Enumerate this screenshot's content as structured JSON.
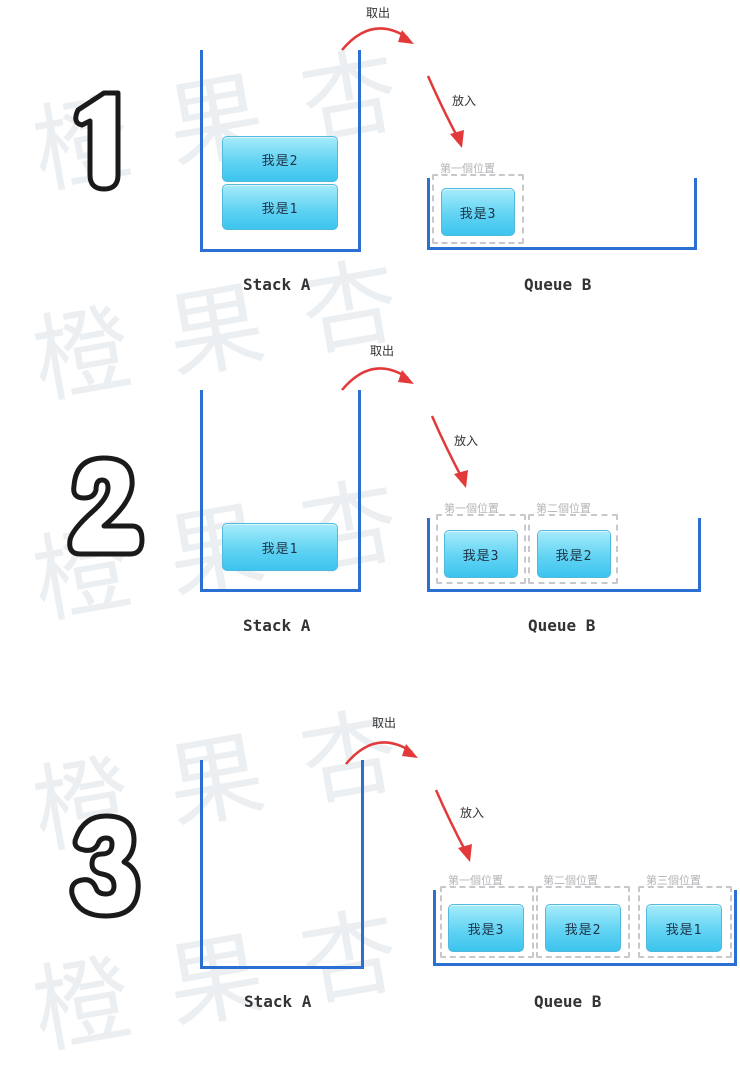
{
  "watermark": "橙果杏",
  "colors": {
    "container": "#2a6fd1",
    "arrow": "#e23a3a",
    "block_top": "#a6ecfb",
    "block_bottom": "#3cc4ee"
  },
  "steps": [
    {
      "number": "1",
      "take_label": "取出",
      "put_label": "放入",
      "stack_caption": "Stack A",
      "queue_caption": "Queue B",
      "stack_blocks": [
        "我是2",
        "我是1"
      ],
      "slot_labels": [
        "第一個位置"
      ],
      "queue_blocks": [
        "我是3"
      ]
    },
    {
      "number": "2",
      "take_label": "取出",
      "put_label": "放入",
      "stack_caption": "Stack A",
      "queue_caption": "Queue B",
      "stack_blocks": [
        "我是1"
      ],
      "slot_labels": [
        "第一個位置",
        "第二個位置"
      ],
      "queue_blocks": [
        "我是3",
        "我是2"
      ]
    },
    {
      "number": "3",
      "take_label": "取出",
      "put_label": "放入",
      "stack_caption": "Stack A",
      "queue_caption": "Queue B",
      "stack_blocks": [],
      "slot_labels": [
        "第一個位置",
        "第二個位置",
        "第三個位置"
      ],
      "queue_blocks": [
        "我是3",
        "我是2",
        "我是1"
      ]
    }
  ]
}
